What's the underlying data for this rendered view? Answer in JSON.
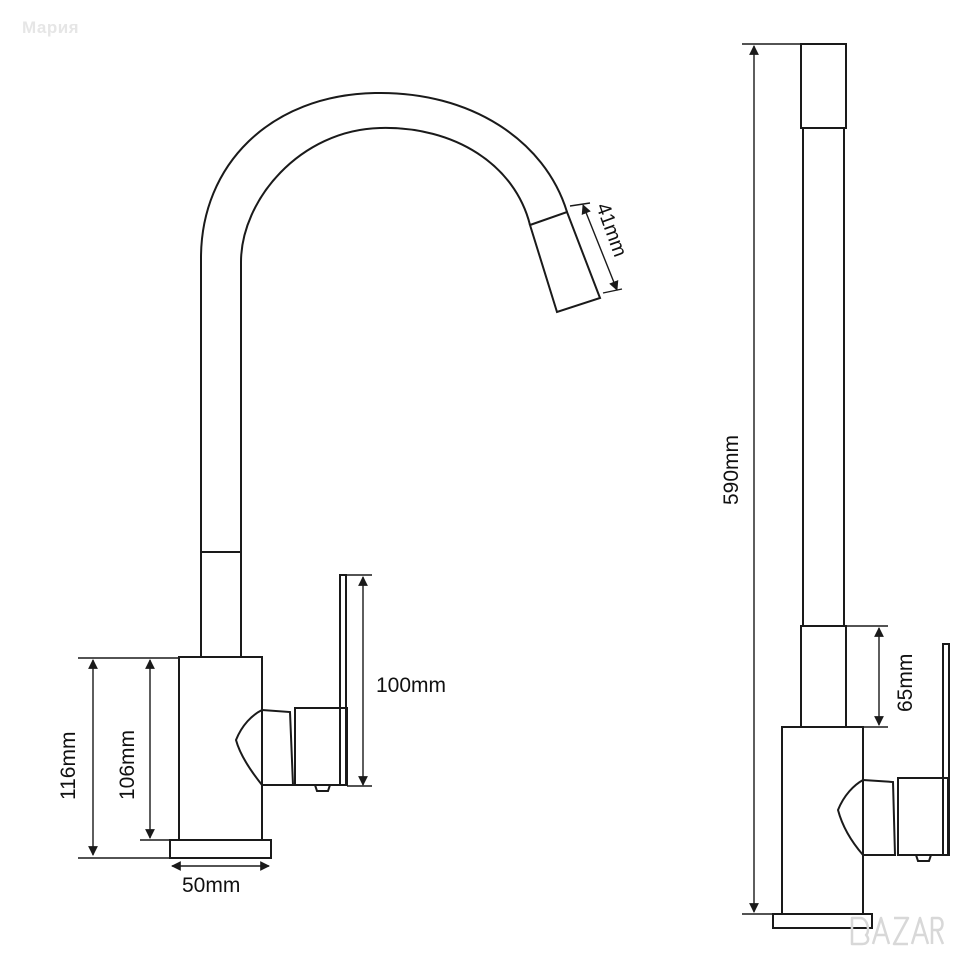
{
  "watermark_text": "Мария",
  "brand_logo_text": "BAZAR",
  "colors": {
    "stroke": "#1a1a1a",
    "watermark": "#e6e6e6",
    "background": "#ffffff"
  },
  "dimensions": {
    "outlet_diameter": "41mm",
    "lever_height": "100mm",
    "body_height": "116mm",
    "body_inner_height": "106mm",
    "base_width": "50mm",
    "total_height": "590mm",
    "body_to_spout": "65mm"
  }
}
